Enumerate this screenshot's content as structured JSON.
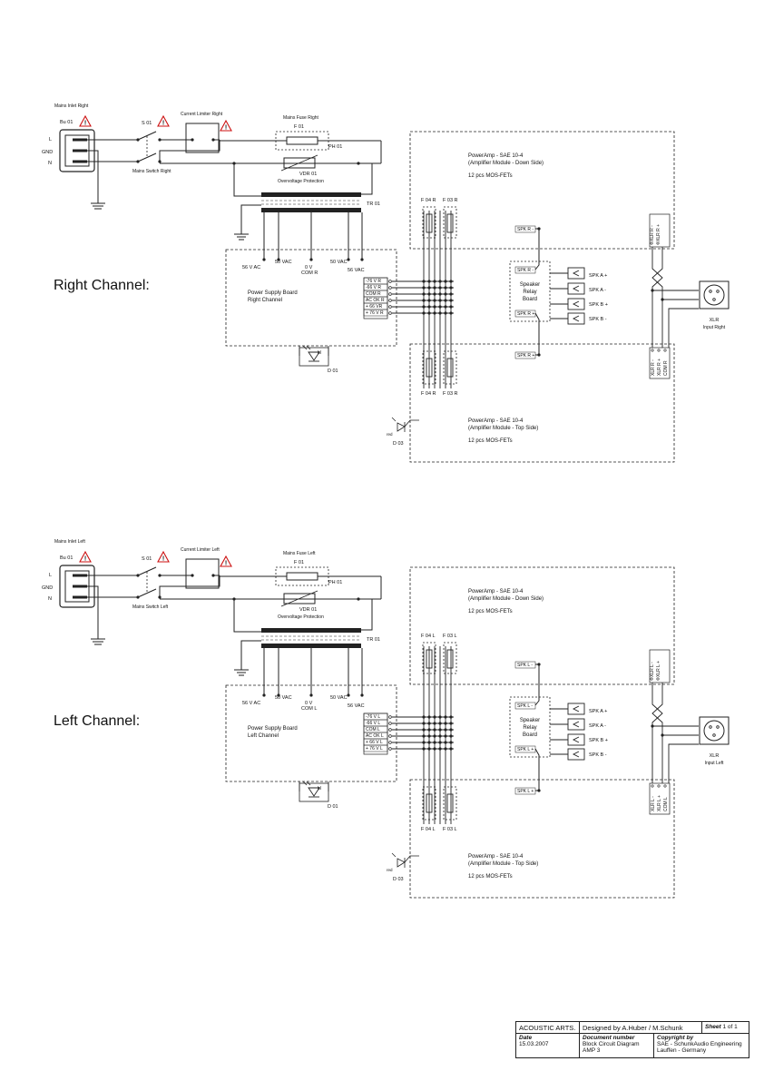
{
  "channels": [
    {
      "name": "Right Channel:",
      "mains_inlet": "Mains Inlet Right",
      "bu": "Bu 01",
      "pins": [
        "L",
        "GND",
        "N"
      ],
      "switch_ref": "S 01",
      "switch_name": "Mains Switch Right",
      "limiter": "Current Limiter Right",
      "fuse_name": "Mains Fuse Right",
      "fuse_ref": "F 01",
      "ph": "PH 01",
      "vdr": "VDR 01",
      "overvoltage": "Overvoltage Protection",
      "tr": "TR 01",
      "taps": [
        "56 V AC",
        "50 VAC",
        "0 V",
        "COM R",
        "50 VAC",
        "56 VAC"
      ],
      "psu_l1": "Power Supply Board",
      "psu_l2": "Right Channel",
      "rails": [
        "-76 V R",
        "-66 V R",
        "COM R",
        "AC OK R",
        "+ 66 VR",
        "+ 76 V R"
      ],
      "diode": "D 01",
      "diode_color": "bl",
      "fuses_top": [
        "F 04 R",
        "F 03 R"
      ],
      "fuses_bottom": [
        "F 04 R",
        "F 03 R"
      ],
      "amp_top": [
        "PowerAmp - SAE 10-4",
        "(Amplifier Module - Down Side)",
        "12 pcs MOS-FETs"
      ],
      "amp_bottom": [
        "PowerAmp - SAE 10-4",
        "(Amplifier Module - Top Side)",
        "12 pcs MOS-FETs"
      ],
      "spk_minus": "SPK R -",
      "spk_plus": "SPK R +",
      "relay": [
        "Speaker",
        "Relay",
        "Board"
      ],
      "spk_out": [
        "SPK A +",
        "SPK A -",
        "SPK B +",
        "SPK B -"
      ],
      "xlr_top": [
        "XLR R -",
        "XLR R +"
      ],
      "xlr_bottom": [
        "XLR R -",
        "XLR R +",
        "COM R"
      ],
      "xlr": "XLR",
      "xlr_input": "Input Right",
      "d03": "D 03",
      "d03_color": "red"
    },
    {
      "name": "Left Channel:",
      "mains_inlet": "Mains Inlet Left",
      "bu": "Bu 01",
      "pins": [
        "L",
        "GND",
        "N"
      ],
      "switch_ref": "S 01",
      "switch_name": "Mains Switch Left",
      "limiter": "Current Limiter Left",
      "fuse_name": "Mains Fuse Left",
      "fuse_ref": "F 01",
      "ph": "PH 01",
      "vdr": "VDR 01",
      "overvoltage": "Overvoltage Protection",
      "tr": "TR 01",
      "taps": [
        "56 V AC",
        "50 VAC",
        "0 V",
        "COM L",
        "50 VAC",
        "56 VAC"
      ],
      "psu_l1": "Power Supply Board",
      "psu_l2": "Left Channel",
      "rails": [
        "-76 V L",
        "-66 V L",
        "COM L",
        "AC OK L",
        "+ 66 V L",
        "+ 76 V L"
      ],
      "diode": "D 01",
      "diode_color": "bl",
      "fuses_top": [
        "F 04 L",
        "F 03 L"
      ],
      "fuses_bottom": [
        "F 04 L",
        "F 03 L"
      ],
      "amp_top": [
        "PowerAmp - SAE 10-4",
        "(Amplifier Module - Down Side)",
        "12 pcs MOS-FETs"
      ],
      "amp_bottom": [
        "PowerAmp - SAE 10-4",
        "(Amplifier Module - Top Side)",
        "12 pcs MOS-FETs"
      ],
      "spk_minus": "SPK L -",
      "spk_plus": "SPK L +",
      "relay": [
        "Speaker",
        "Relay",
        "Board"
      ],
      "spk_out": [
        "SPK A +",
        "SPK A -",
        "SPK B +",
        "SPK B -"
      ],
      "xlr_top": [
        "XLR L -",
        "XLR L +"
      ],
      "xlr_bottom": [
        "XLR L -",
        "XLR L +",
        "COM L"
      ],
      "xlr": "XLR",
      "xlr_input": "Input Left",
      "d03": "D 03",
      "d03_color": "red"
    }
  ],
  "title_block": {
    "company": "ACOUSTIC ARTS.",
    "designed": "Designed by A.Huber / M.Schunk",
    "sheet_label": "Sheet",
    "sheet_value": "1 of 1",
    "date_label": "Date",
    "date": "15.03.2007",
    "docnum_label": "Document number",
    "doc_line1": "Block Circuit Diagram",
    "doc_line2": "AMP 3",
    "copyright_label": "Copyright by",
    "copyright_line1": "SAE - SchunkAudio Engineering",
    "copyright_line2": "Lauffen - Germany"
  },
  "colors": {
    "channel_title": "#1a27c8",
    "warning": "#cc1111",
    "line": "#222222"
  }
}
